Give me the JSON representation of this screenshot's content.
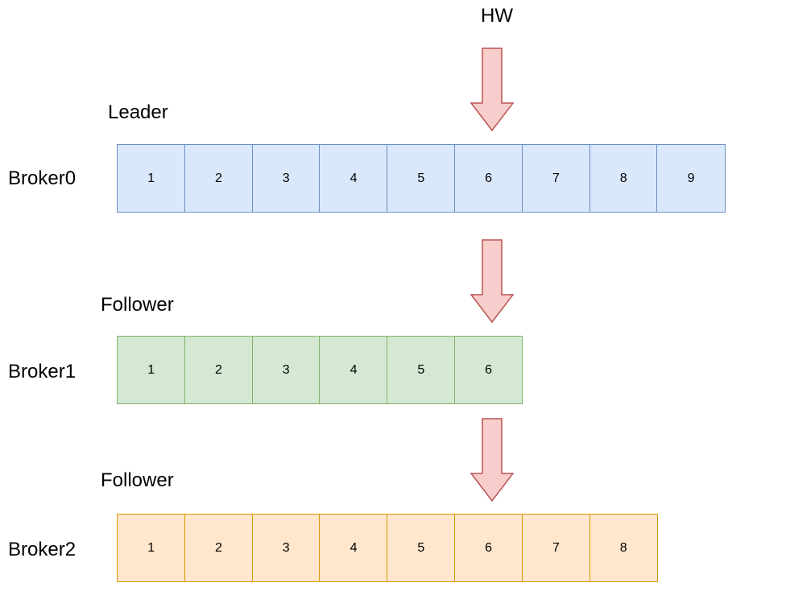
{
  "hw_label": "HW",
  "arrow_color": {
    "fill": "#f8cecc",
    "stroke": "#b85450"
  },
  "brokers": [
    {
      "name": "Broker0",
      "role": "Leader",
      "fill": "#dae8fc",
      "stroke": "#6c8ebf",
      "cells": [
        "1",
        "2",
        "3",
        "4",
        "5",
        "6",
        "7",
        "8",
        "9"
      ]
    },
    {
      "name": "Broker1",
      "role": "Follower",
      "fill": "#d5e8d4",
      "stroke": "#82b366",
      "cells": [
        "1",
        "2",
        "3",
        "4",
        "5",
        "6"
      ]
    },
    {
      "name": "Broker2",
      "role": "Follower",
      "fill": "#ffe6cc",
      "stroke": "#d79b00",
      "cells": [
        "1",
        "2",
        "3",
        "4",
        "5",
        "6",
        "7",
        "8"
      ]
    }
  ]
}
